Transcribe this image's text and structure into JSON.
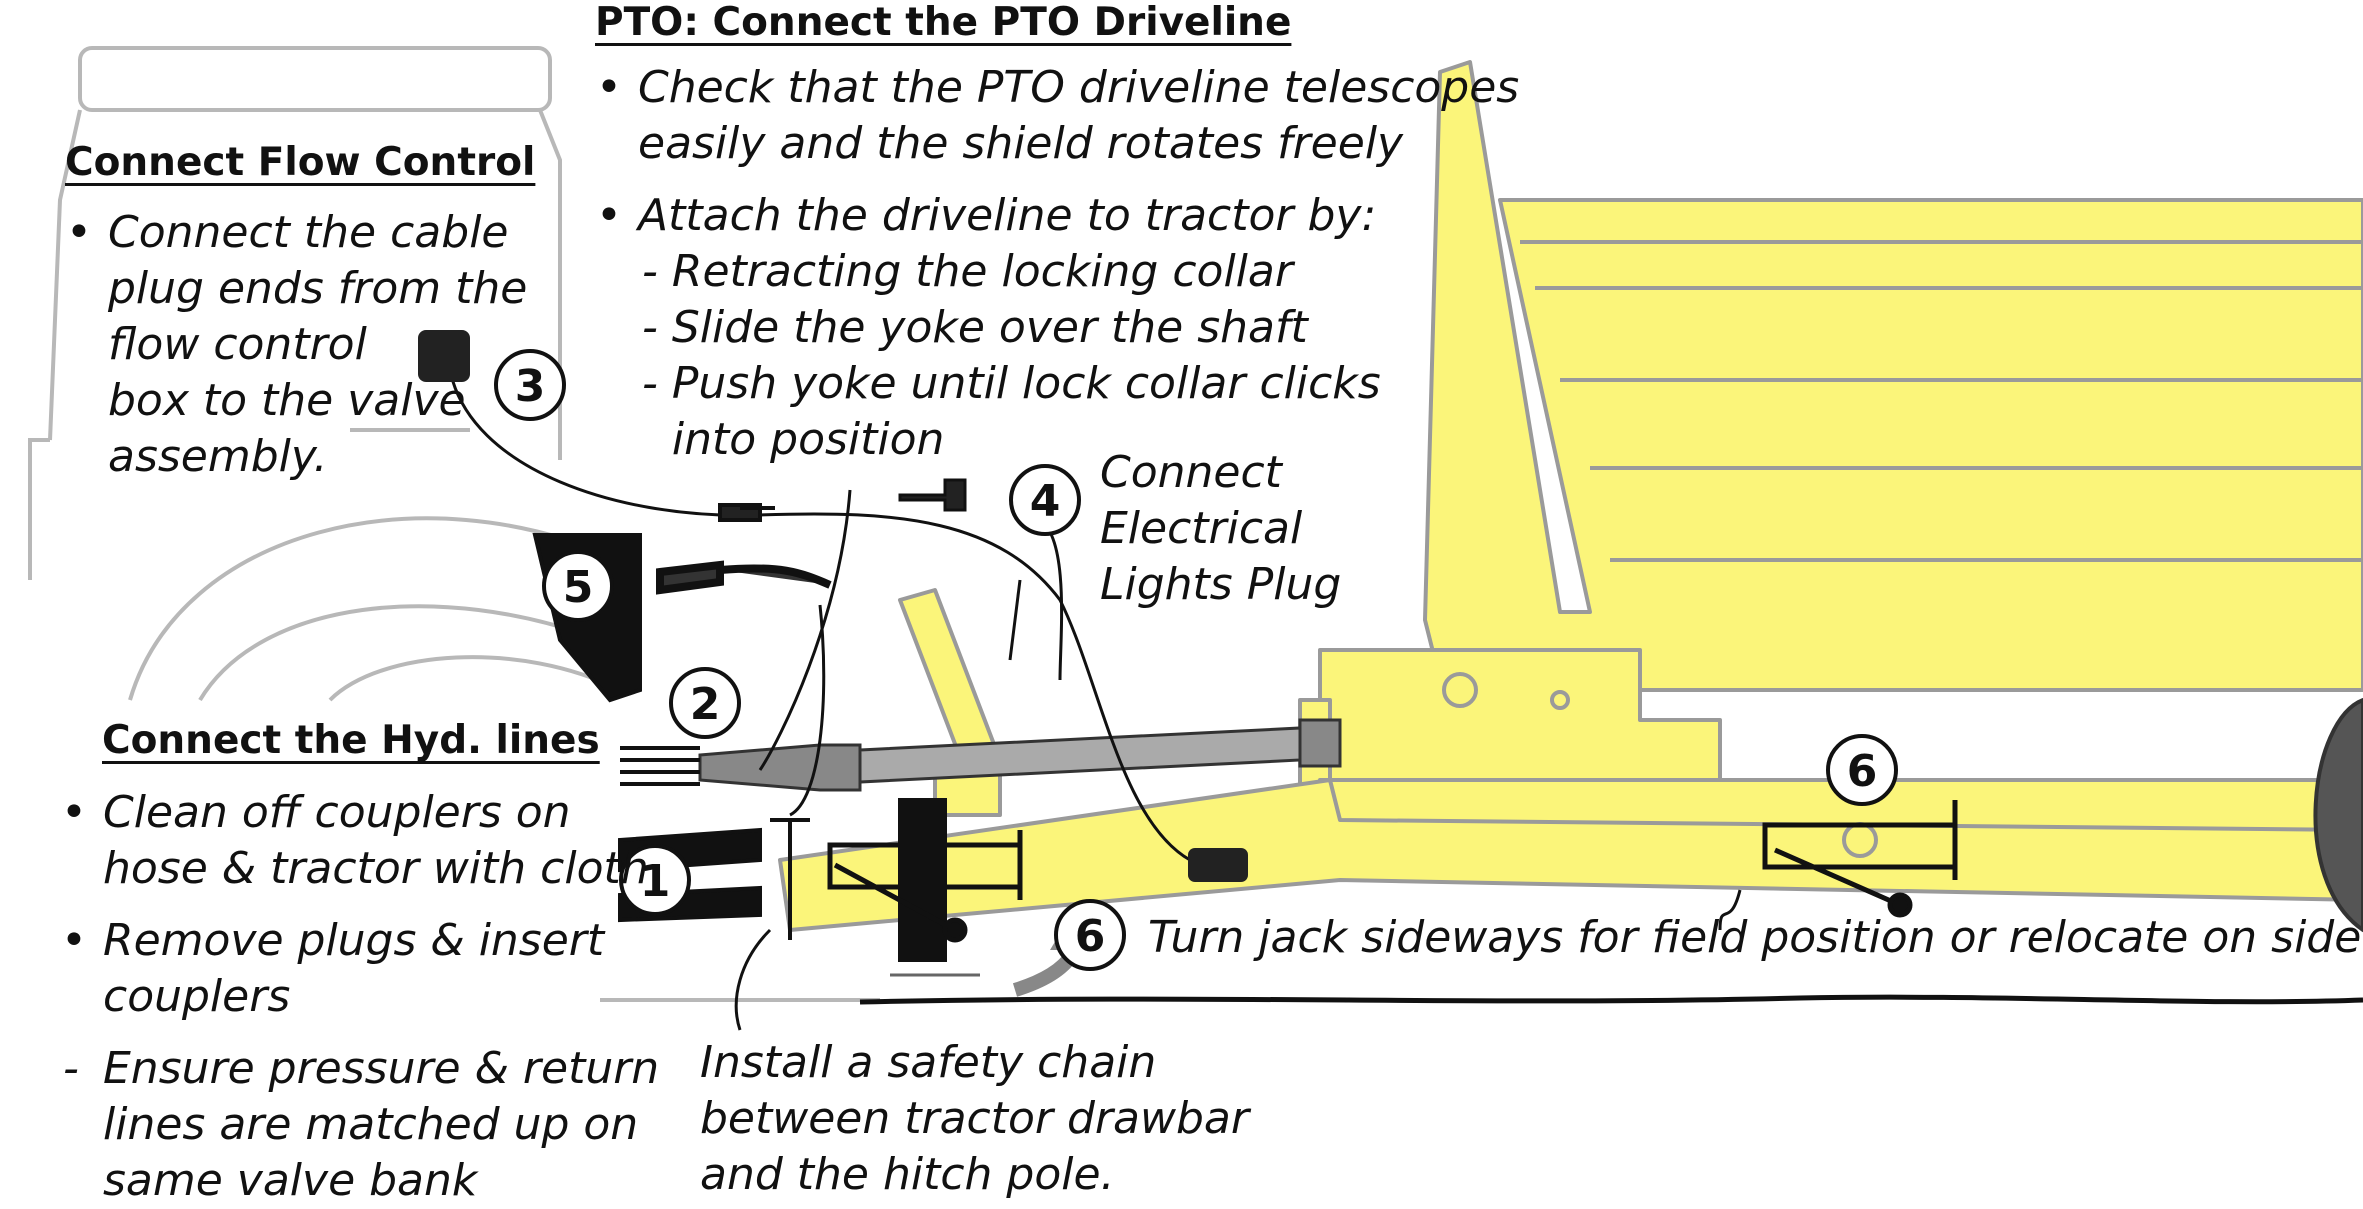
{
  "colors": {
    "implement_yellow": "#fbf57a",
    "outline": "#9a9a9a",
    "ink": "#111111"
  },
  "pto": {
    "heading": "PTO: Connect the PTO Driveline",
    "bullet1": "Check that the PTO driveline telescopes\neasily and the shield rotates freely",
    "bullet2": "Attach the driveline to tractor by:",
    "steps": [
      "Retracting the locking collar",
      "Slide the yoke over the shaft",
      "Push yoke until lock collar clicks\ninto position"
    ]
  },
  "flow_control": {
    "heading": "Connect Flow Control",
    "bullet": "Connect the cable\nplug ends from the\nflow control\nbox to the valve\nassembly."
  },
  "hyd": {
    "heading": "Connect the Hyd. lines",
    "bullets": [
      "Clean off couplers on\nhose & tractor with cloth",
      "Remove plugs & insert\ncouplers"
    ],
    "dash_item": "Ensure pressure & return\nlines are matched up on\nsame valve bank"
  },
  "electrical": {
    "label": "Connect\nElectrical\nLights Plug"
  },
  "jack": {
    "label": "Turn jack sideways for field position or relocate on side."
  },
  "chain": {
    "label": "Install a safety chain\nbetween tractor drawbar\nand the hitch pole."
  },
  "callouts": {
    "n1": "1",
    "n2": "2",
    "n3": "3",
    "n4": "4",
    "n5": "5",
    "n6a": "6",
    "n6b": "6"
  },
  "icons": [
    "numbered-callout-circle",
    "jack-rotate-arrow-icon",
    "cable-plug-icon",
    "electrical-plug-icon"
  ]
}
